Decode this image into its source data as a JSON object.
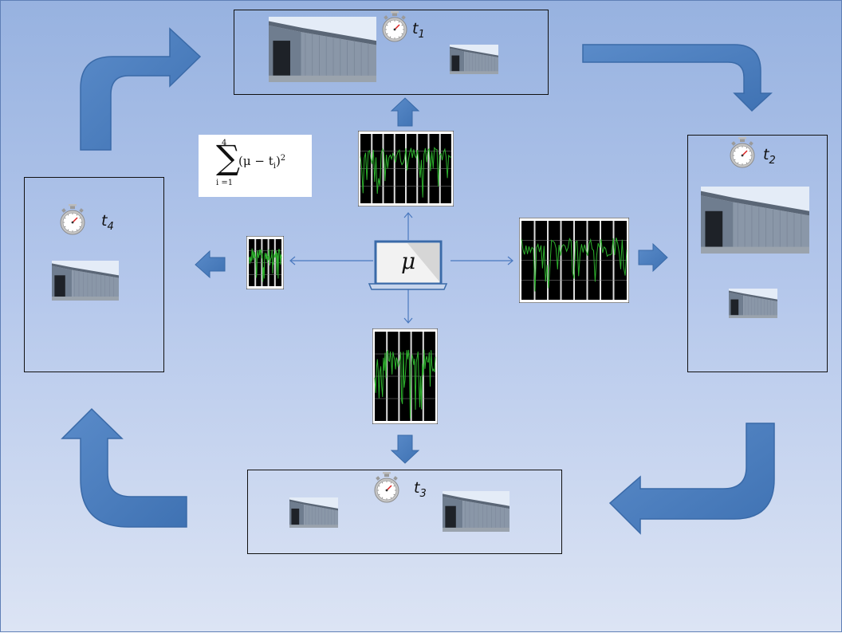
{
  "time_labels": {
    "t1": {
      "base": "t",
      "sub": "1"
    },
    "t2": {
      "base": "t",
      "sub": "2"
    },
    "t3": {
      "base": "t",
      "sub": "3"
    },
    "t4": {
      "base": "t",
      "sub": "4"
    }
  },
  "formula": {
    "upper": "4",
    "sigma": "∑",
    "lower": "i =1",
    "body": "(μ − t",
    "body_sub": "i",
    "body_close": ")",
    "power": "2"
  },
  "center": {
    "symbol": "μ"
  },
  "colors": {
    "arrow_fill": "#4f81bd",
    "arrow_stroke": "#3a6aa8",
    "background_top": "#97b2e0",
    "background_bottom": "#dce4f4",
    "chart_bg": "#000000",
    "chart_line": "#2db02d"
  },
  "icons": [
    "stopwatch-icon",
    "laptop-icon",
    "warehouse-photo"
  ]
}
